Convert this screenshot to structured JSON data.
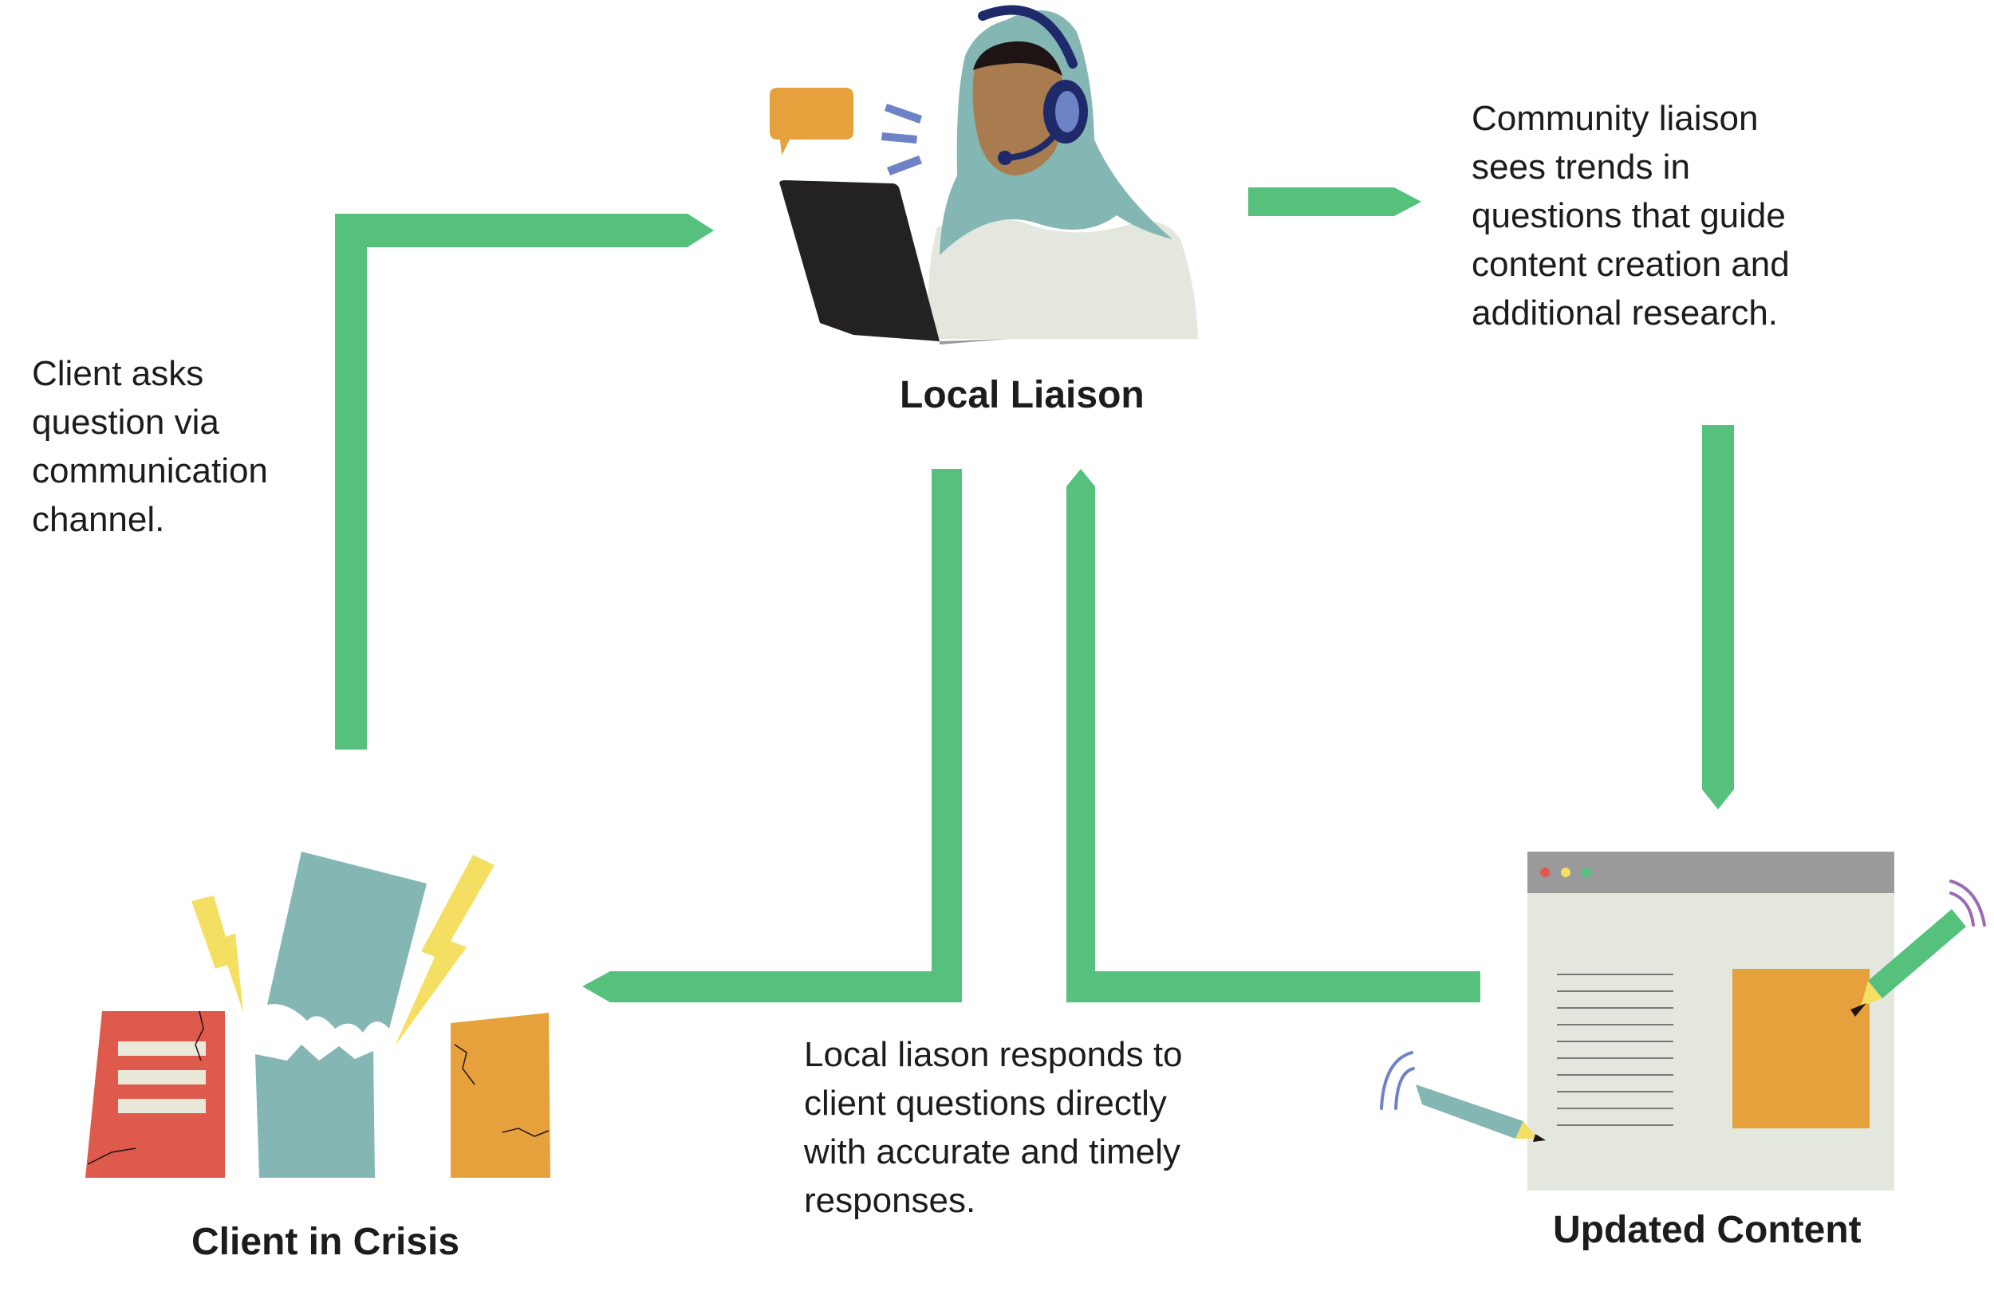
{
  "nodes": {
    "liaison": {
      "title": "Local Liaison"
    },
    "client": {
      "title": "Client in Crisis"
    },
    "content": {
      "title": "Updated Content"
    }
  },
  "descriptions": {
    "client_asks": "Client asks\nquestion via\ncommunication\nchannel.",
    "liaison_trends": "Community liaison\nsees trends in\nquestions that guide\ncontent creation and\nadditional research.",
    "liaison_responds": "Local liason responds to\nclient questions directly\nwith accurate and timely\nresponses."
  },
  "colors": {
    "arrow": "#56c17d",
    "hijab": "#84b6b4",
    "skin": "#a87c4f",
    "hair": "#1f1414",
    "headset": "#1f2a6b",
    "headset_ear": "#6d83c6",
    "laptop": "#242122",
    "robe": "#e3e7de",
    "speech_bubble": "#e6a13c",
    "signal_blue": "#6d83c6",
    "building_red": "#de5a4c",
    "building_teal": "#84b6b4",
    "building_orange": "#e6a13c",
    "window_cream": "#eae8d8",
    "lightning": "#f5df63",
    "browser_body": "#e3e7de",
    "browser_bar": "#9a9a9a",
    "dot_red": "#de5a4c",
    "dot_yellow": "#f5df63",
    "dot_green": "#56c17d",
    "content_block": "#e6a13c",
    "pencil_green": "#56c17d",
    "pencil_teal": "#84b6b4",
    "pencil_tip": "#f5df63",
    "signal_purple": "#9b6ab5"
  },
  "icons": {
    "liaison": "person-with-headset-and-laptop-icon",
    "client": "damaged-buildings-icon",
    "content": "browser-window-with-pencils-icon"
  }
}
